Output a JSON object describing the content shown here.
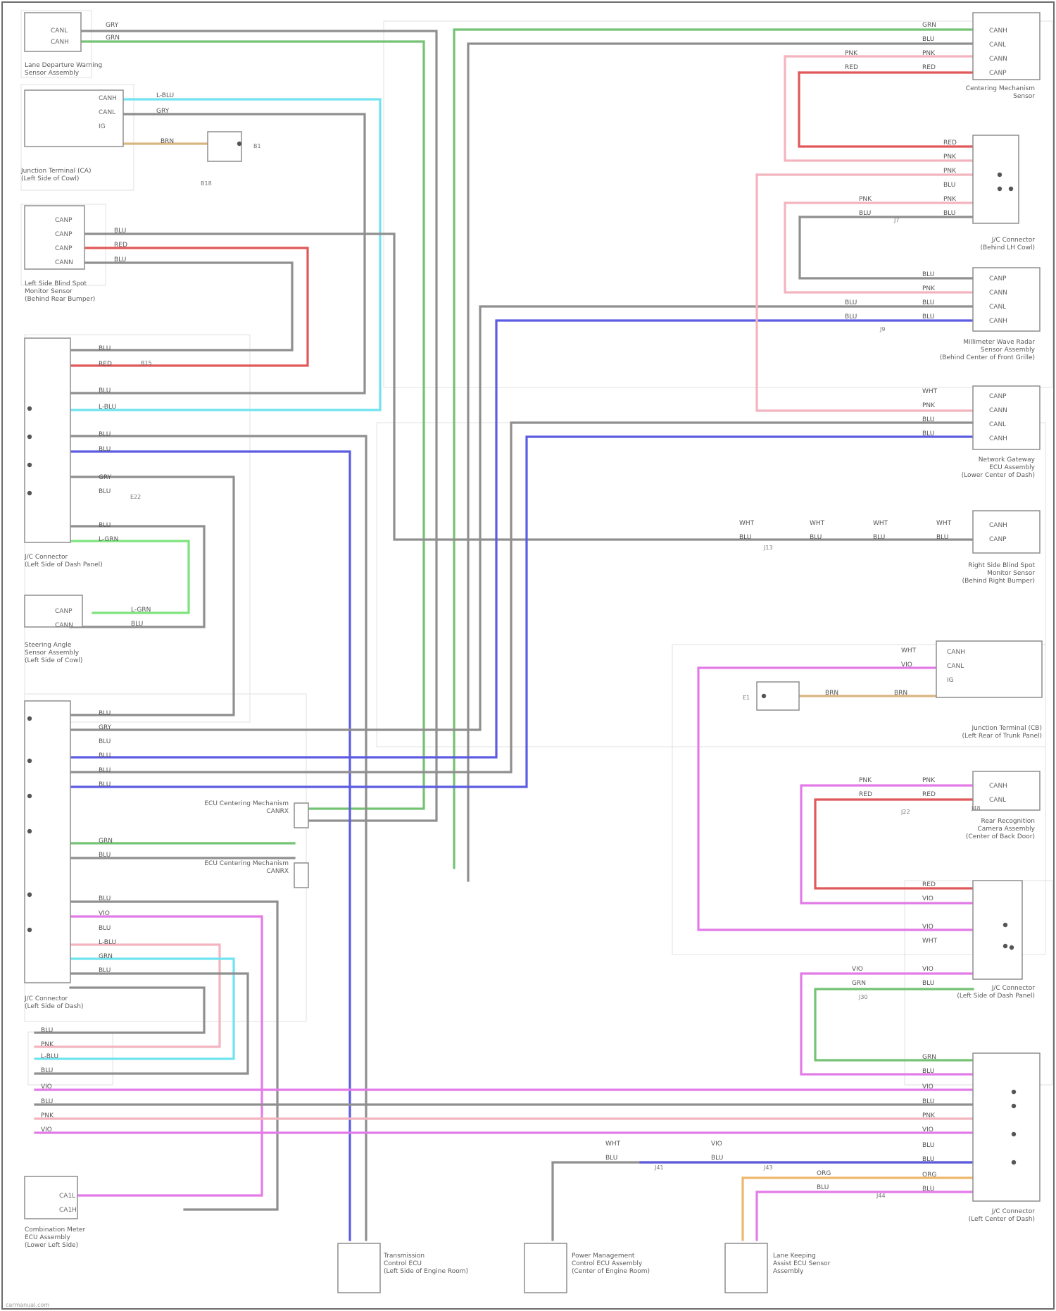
{
  "colors": {
    "grn": "#74c274",
    "gry": "#8f8f8f",
    "blu": "#5c5ce2",
    "red": "#e0585a",
    "pnk": "#f3b4bf",
    "lblu": "#6fe3ef",
    "ltgrn": "#7de37d",
    "vio": "#e27be8",
    "org": "#ecb86b",
    "tan": "#d9b57f"
  },
  "components": [
    {
      "label": "Lane Departure Warning\nSensor Assembly",
      "pins": [
        "CANL",
        "CANH"
      ]
    },
    {
      "label": "Junction Terminal (CA)\n(Left Side of Cowl)",
      "pins": [
        "CANH",
        "CANL",
        "IG"
      ]
    },
    {
      "label": "Left Side Blind Spot\nMonitor Sensor\n(Behind Rear Bumper)",
      "pins": [
        "CANP",
        "CANP",
        "CANP",
        "CANN"
      ]
    },
    {
      "label": "J/C Connector\n(Left Side of Dash Panel)",
      "pins": []
    },
    {
      "label": "Steering Angle\nSensor Assembly\n(Left Side of Cowl)",
      "pins": [
        "CANP",
        "CANN"
      ]
    },
    {
      "label": "J/C Connector\n(Left Side of Dash)",
      "pins": []
    },
    {
      "label": "Combination Meter\nECU Assembly\n(Lower Left Side)",
      "pins": [
        "CA1L",
        "CA1H"
      ]
    },
    {
      "label": "Centering Mechanism\nSensor",
      "pins": [
        "CANH",
        "CANL",
        "CANN",
        "CANP"
      ]
    },
    {
      "label": "J/C Connector\n(Behind LH Cowl)",
      "pins": []
    },
    {
      "label": "Millimeter Wave Radar\nSensor Assembly\n(Behind Center of Front Grille)",
      "pins": [
        "CANP",
        "CANN",
        "CANL",
        "CANH"
      ]
    },
    {
      "label": "Network Gateway\nECU Assembly\n(Lower Center of Dash)",
      "pins": [
        "CANP",
        "CANN",
        "CANL",
        "CANH"
      ]
    },
    {
      "label": "Right Side Blind Spot\nMonitor Sensor\n(Behind Right Bumper)",
      "pins": [
        "CANH",
        "CANP"
      ]
    },
    {
      "label": "Junction Terminal (CB)\n(Left Rear of Trunk Panel)",
      "pins": [
        "CANH",
        "CANL",
        "IG"
      ]
    },
    {
      "label": "Rear Recognition\nCamera Assembly\n(Center of Back Door)",
      "pins": [
        "CANH",
        "CANL"
      ]
    },
    {
      "label": "J/C Connector\n(Left Side of Dash Panel)",
      "pins": []
    },
    {
      "label": "J/C Connector\n(Left Center of Dash)",
      "pins": []
    },
    {
      "label": "Transmission\nControl ECU\n(Left Side of Engine Room)",
      "pins": []
    },
    {
      "label": "Power Management\nControl ECU Assembly\n(Center of Engine Room)",
      "pins": []
    },
    {
      "label": "Lane Keeping\nAssist ECU Sensor\nAssembly",
      "pins": []
    }
  ],
  "wire_colors": [
    "GRN",
    "GRY",
    "BLU",
    "RED",
    "PNK",
    "L-BLU",
    "L-GRN",
    "VIO",
    "ORG",
    "BRN",
    "WHT"
  ],
  "splice_ids": [
    "B18",
    "B15",
    "E22",
    "J7",
    "J9",
    "J13",
    "J22",
    "J30",
    "J41",
    "J43",
    "J44",
    "J48"
  ],
  "annotations": {
    "ecu_a": "ECU Centering Mechanism\nCANRX",
    "ecu_b": "ECU Centering Mechanism\nCANRX"
  },
  "ground_labels": [
    "B1",
    "E1"
  ],
  "footer": "carmanual.com"
}
